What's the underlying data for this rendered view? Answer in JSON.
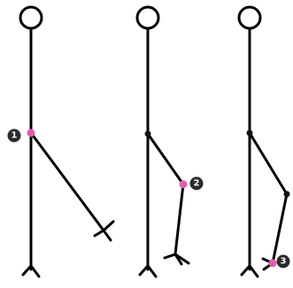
{
  "colors": {
    "line": "#000000",
    "highlight_joint": "#e05cb0",
    "joint": "#111111",
    "badge": "#2b2b2b",
    "background": "#ffffff"
  },
  "badges": [
    {
      "label": "1"
    },
    {
      "label": "2"
    },
    {
      "label": "3"
    }
  ]
}
